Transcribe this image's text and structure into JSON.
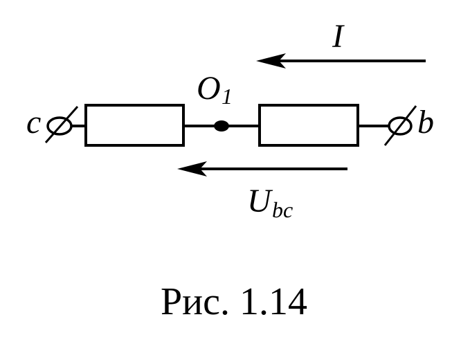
{
  "colors": {
    "stroke": "#000000",
    "background": "#ffffff"
  },
  "labels": {
    "current": "I",
    "node": "O",
    "node_subscript": "1",
    "terminal_left": "c",
    "terminal_right": "b",
    "voltage": "U",
    "voltage_subscript": "bc"
  },
  "caption": "Рис. 1.14"
}
